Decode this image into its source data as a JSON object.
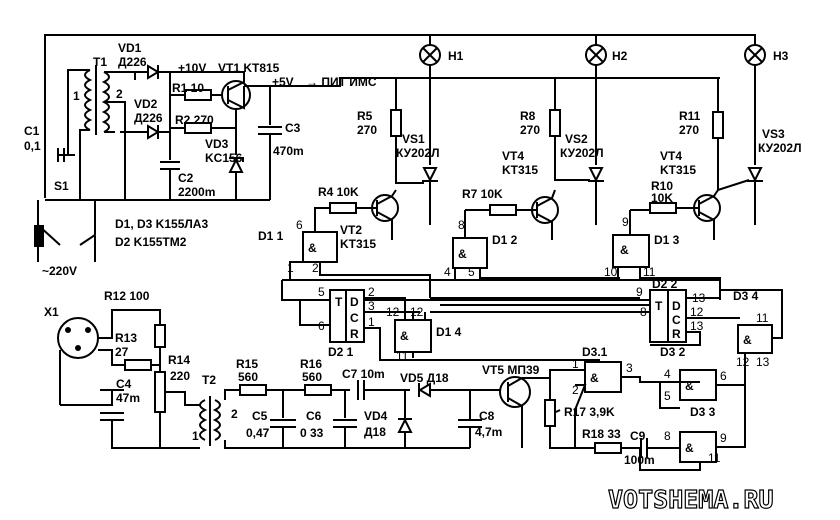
{
  "header": {
    "vd1": "VD1",
    "vd1_type": "Д226",
    "vd2": "VD2",
    "vd2_type": "Д226",
    "plus10": "+10V",
    "vt1": "VT1 KT815",
    "r1": "R1 10",
    "r2": "R2 270",
    "vd3": "VD3",
    "vd3_type": "KC156",
    "c2": "C2",
    "c2_val": "2200m",
    "plus5": "+5V",
    "pit": "→ ПИТ ИМС",
    "c3": "C3",
    "c3_val": "470m",
    "t1": "T1",
    "t1_w1": "1",
    "t1_w2": "2",
    "c1": "C1",
    "c1_val": "0,1",
    "s1": "S1",
    "mains": "~220V"
  },
  "notes": {
    "line1": "D1, D3 K155ЛA3",
    "line2": "D2 K155TM2"
  },
  "lamps": {
    "h1": "H1",
    "h2": "H2",
    "h3": "H3"
  },
  "channels": {
    "r5": "R5",
    "r5_val": "270",
    "vs1": "VS1",
    "vs1_type": "КУ202Л",
    "r8": "R8",
    "r8_val": "270",
    "vs2": "VS2",
    "vs2_type": "КУ202Л",
    "r11": "R11",
    "r11_val": "270",
    "vs3": "VS3",
    "vs3_type": "КУ202Л",
    "vt4a": "VT4",
    "vt4a_type": "KT315",
    "vt4b": "VT4",
    "vt4b_type": "KT315",
    "r4": "R4 10K",
    "r7": "R7 10K",
    "r10": "R10",
    "r10_val": "10K",
    "vt2": "VT2",
    "vt2_type": "KT315"
  },
  "logic": {
    "d11": "D1 1",
    "d12": "D1 2",
    "d13": "D1 3",
    "d14": "D1 4",
    "d21": "D2 1",
    "d22": "D2 2",
    "d31": "D3.1",
    "d32": "D3 2",
    "d33": "D3 3",
    "d34": "D3 4",
    "amp": "&",
    "pins": [
      "1",
      "2",
      "3",
      "4",
      "5",
      "6",
      "8",
      "9",
      "10",
      "11",
      "12",
      "13",
      "5",
      "2",
      "1",
      "6",
      "12",
      "3",
      "4",
      "9",
      "8",
      "13",
      "11",
      "12",
      "13",
      "12",
      "13",
      "11"
    ],
    "ff": [
      "T",
      "D",
      "C",
      "R"
    ]
  },
  "input": {
    "x1": "X1",
    "r12": "R12 100",
    "r13": "R13",
    "r13_val": "27",
    "r14": "R14",
    "r14_val": "220",
    "c4": "C4",
    "c4_val": "47m",
    "t2": "T2",
    "t2_w1": "1",
    "t2_w2": "2",
    "r15": "R15",
    "r15_val": "560",
    "r16": "R16",
    "r16_val": "560",
    "c5": "C5",
    "c5_val": "0,47",
    "c6": "C6",
    "c6_val": "0 33",
    "c7": "C7 10m",
    "vd5": "VD5 Д18",
    "vd4": "VD4",
    "vd4_type": "Д18",
    "c8": "C8",
    "c8_val": "4,7m",
    "vt5": "VT5 MП39",
    "r17": "R17 3,9K",
    "r18": "R18 33",
    "c9": "C9",
    "c9_val": "100m"
  },
  "watermark": "VOTSHEMA.RU"
}
